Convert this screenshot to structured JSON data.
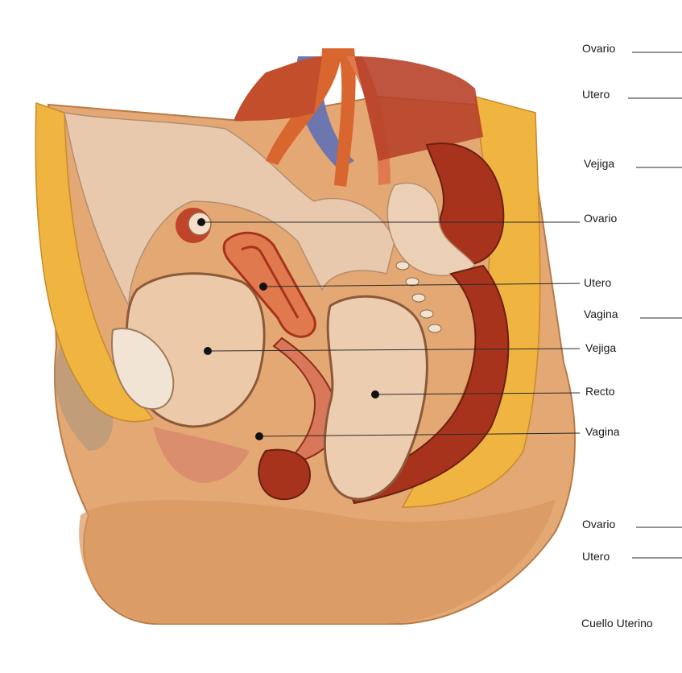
{
  "labels": {
    "ovario_top": "Ovario",
    "utero_top": "Utero",
    "vejiga_top": "Vejiga",
    "ovario_mid": "Ovario",
    "utero_mid": "Utero",
    "vagina_mid": "Vagina",
    "vejiga_mid": "Vejiga",
    "recto": "Recto",
    "vagina_low": "Vagina",
    "ovario_bottom": "Ovario",
    "utero_bottom": "Utero",
    "cuello_uterino": "Cuello Uterino"
  },
  "colors": {
    "skin": "#e3a873",
    "fat": "#f0b540",
    "muscle": "#a8331c",
    "mucosa": "#e07a4e",
    "cavity": "#ecc4a2",
    "vein": "#6e76b0"
  }
}
